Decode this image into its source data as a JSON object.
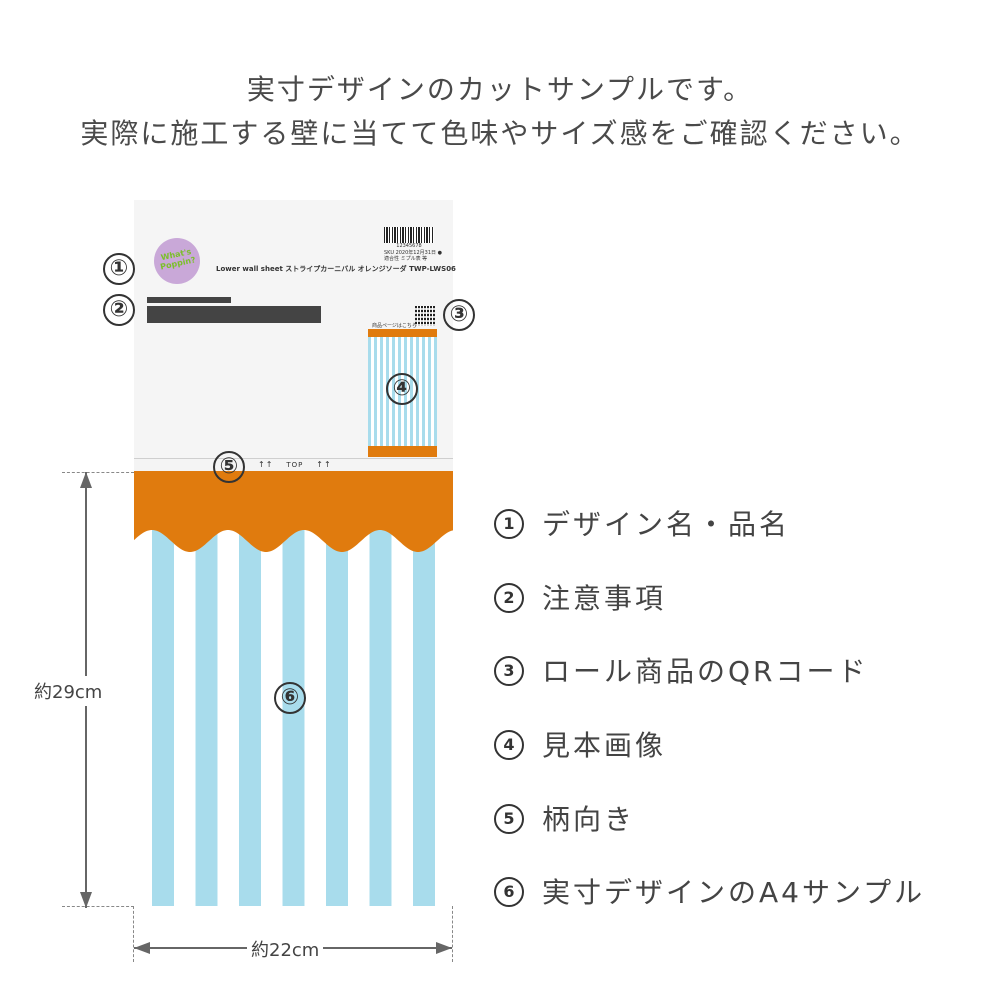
{
  "intro": {
    "line1": "実寸デザインのカットサンプルです。",
    "line2": "実際に施工する壁に当てて色味やサイズ感をご確認ください。"
  },
  "sheet": {
    "logo_text": "What's Poppin?",
    "barcode_number": "12345678",
    "small_info": "SKU 2020年12月31日 ● 適合性 ミプル表 等",
    "product_name": "Lower wall sheet ストライプカーニバル オレンジソーダ TWP-LWS06",
    "qr_label": "商品ページはこちら",
    "top_label": "TOP",
    "arrows_left": "↑↑",
    "arrows_right": "↑↑",
    "colors": {
      "orange": "#e07b0e",
      "blue": "#a8dcec",
      "white": "#ffffff"
    }
  },
  "markers": [
    "①",
    "②",
    "③",
    "④",
    "⑤",
    "⑥"
  ],
  "dimensions": {
    "height": "約29cm",
    "width": "約22cm"
  },
  "legend": [
    {
      "num": "1",
      "text": "デザイン名・品名"
    },
    {
      "num": "2",
      "text": "注意事項"
    },
    {
      "num": "3",
      "text": "ロール商品のQRコード"
    },
    {
      "num": "4",
      "text": "見本画像"
    },
    {
      "num": "5",
      "text": "柄向き"
    },
    {
      "num": "6",
      "text": "実寸デザインのA4サンプル"
    }
  ]
}
